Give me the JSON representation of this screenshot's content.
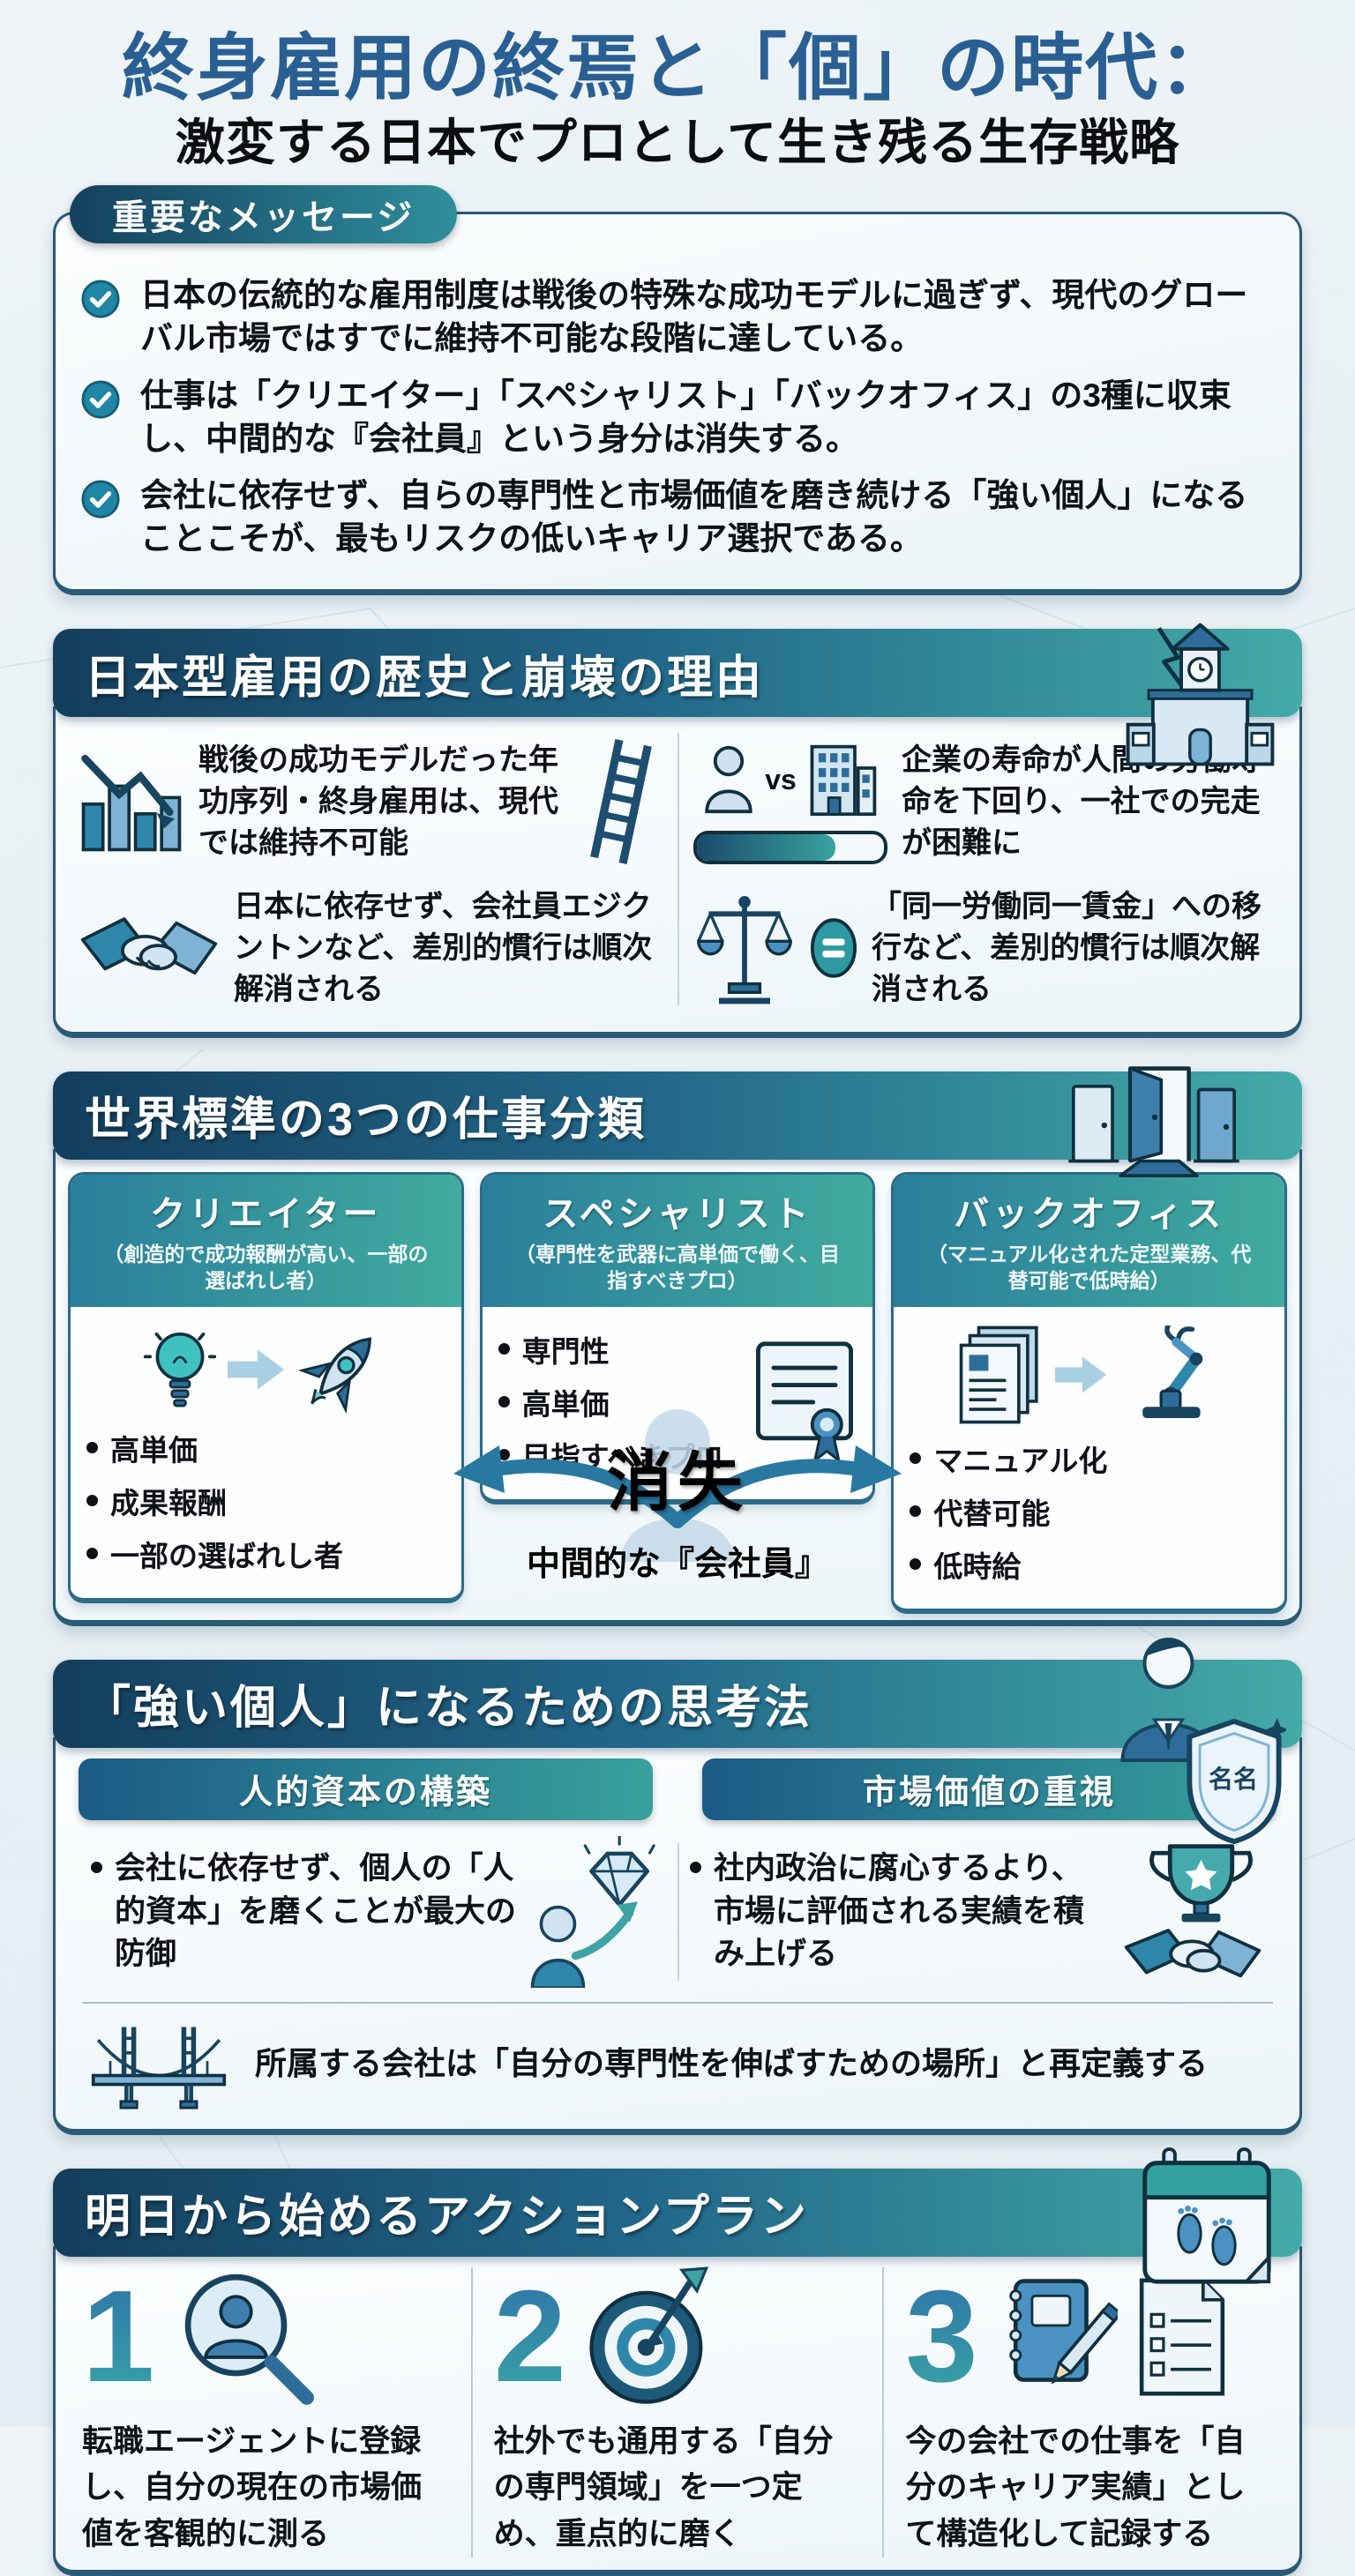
{
  "colors": {
    "title_blue": "#2a5f94",
    "band_navy": "#143e5d",
    "band_teal": "#43aaa8",
    "card_border": "#2a5a75",
    "text_black": "#0e1216",
    "accent_light_blue": "#7fb3d5",
    "accent_teal": "#3fc1c0"
  },
  "icons": [
    "check-icon",
    "school-icon",
    "decline-chart-icon",
    "ladder-icon",
    "person-icon",
    "building-icon",
    "progress-bar",
    "handshake-icon",
    "scales-icon",
    "equals-icon",
    "doors-icon",
    "lightbulb-icon",
    "arrow-right-icon",
    "rocket-icon",
    "certificate-icon",
    "documents-icon",
    "robot-arm-icon",
    "person-silhouette-icon",
    "curved-arrows-icon",
    "person-shield-icon",
    "person-diamond-icon",
    "trophy-handshake-icon",
    "bridge-icon",
    "calendar-icon",
    "magnifier-person-icon",
    "target-icon",
    "notebook-pencil-icon",
    "document-icon"
  ],
  "page": {
    "title_line1": "終身雇用の終焉と「個」の時代：",
    "title_line2": "激変する日本でプロとして生き残る生存戦略"
  },
  "key_messages": {
    "label": "重要なメッセージ",
    "items": [
      "日本の伝統的な雇用制度は戦後の特殊な成功モデルに過ぎず、現代のグローバル市場ではすでに維持不可能な段階に達している。",
      "仕事は「クリエイター」「スペシャリスト」「バックオフィス」の3種に収束し、中間的な『会社員』という身分は消失する。",
      "会社に依存せず、自らの専門性と市場価値を磨き続ける「強い個人」になることこそが、最もリスクの低いキャリア選択である。"
    ]
  },
  "history": {
    "heading": "日本型雇用の歴史と崩壊の理由",
    "vs_label": "vs",
    "items": [
      "戦後の成功モデルだった年功序列・終身雇用は、現代では維持不可能",
      "企業の寿命が人間の労働寿命を下回り、一社での完走が困難に",
      "日本に依存せず、会社員エジクントンなど、差別的慣行は順次解消される",
      "「同一労働同一賃金」への移行など、差別的慣行は順次解消される"
    ]
  },
  "classification": {
    "heading": "世界標準の3つの仕事分類",
    "cards": [
      {
        "title": "クリエイター",
        "caption": "（創造的で成功報酬が高い、一部の選ばれし者）",
        "bullets": [
          "高単価",
          "成果報酬",
          "一部の選ばれし者"
        ]
      },
      {
        "title": "スペシャリスト",
        "caption": "（専門性を武器に高単価で働く、目指すべきプロ）",
        "bullets": [
          "専門性",
          "高単価",
          "目指すべきプロ"
        ]
      },
      {
        "title": "バックオフィス",
        "caption": "（マニュアル化された定型業務、代替可能で低時給）",
        "bullets": [
          "マニュアル化",
          "代替可能",
          "低時給"
        ]
      }
    ],
    "vanish_big": "消失",
    "vanish_sub": "中間的な『会社員』"
  },
  "mindset": {
    "heading": "「強い個人」になるための思考法",
    "shield_text": "名名",
    "left_bar": "人的資本の構築",
    "left_bullet": "会社に依存せず、個人の「人的資本」を磨くことが最大の防御",
    "right_bar": "市場価値の重視",
    "right_bullet": "社内政治に腐心するより、市場に評価される実績を積み上げる",
    "footer": "所属する会社は「自分の専門性を伸ばすための場所」と再定義する"
  },
  "action_plan": {
    "heading": "明日から始めるアクションプラン",
    "steps": [
      {
        "number": "1",
        "text": "転職エージェントに登録し、自分の現在の市場価値を客観的に測る"
      },
      {
        "number": "2",
        "text": "社外でも通用する「自分の専門領域」を一つ定め、重点的に磨く"
      },
      {
        "number": "3",
        "text": "今の会社での仕事を「自分のキャリア実績」として構造化して記録する"
      }
    ]
  }
}
